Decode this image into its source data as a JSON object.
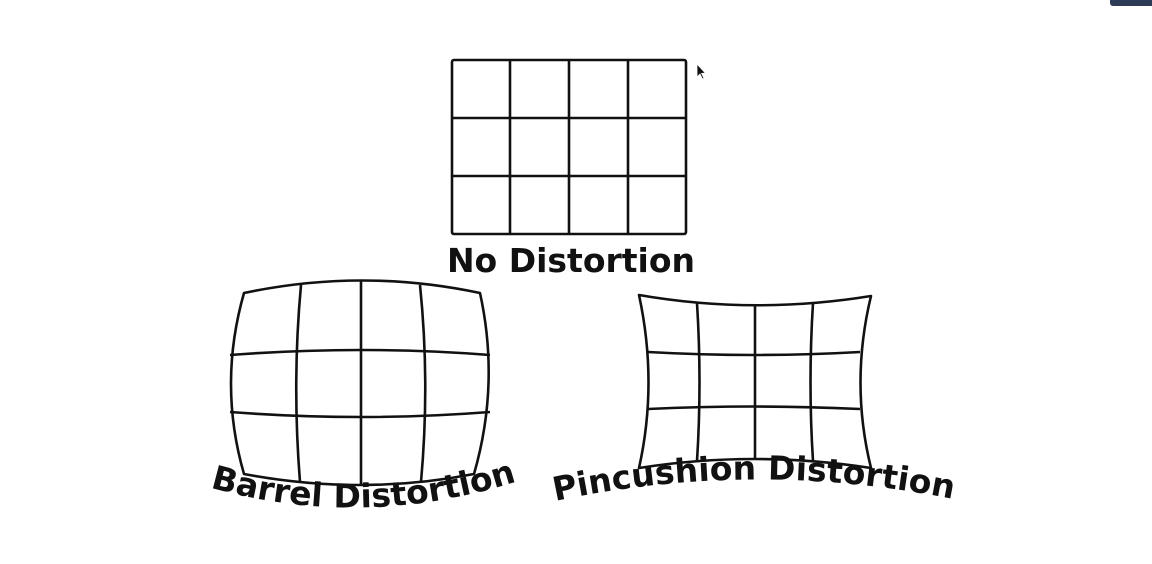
{
  "diagram": {
    "panels": [
      {
        "id": "none",
        "label": "No Distortion"
      },
      {
        "id": "barrel",
        "label": "Barrel Distortion"
      },
      {
        "id": "pincushion",
        "label": "Pincushion Distortion"
      }
    ],
    "grid": {
      "columns": 4,
      "rows": 3
    },
    "colors": {
      "line": "#111111",
      "background": "#ffffff"
    }
  },
  "icons": [
    "mouse-pointer-icon"
  ]
}
